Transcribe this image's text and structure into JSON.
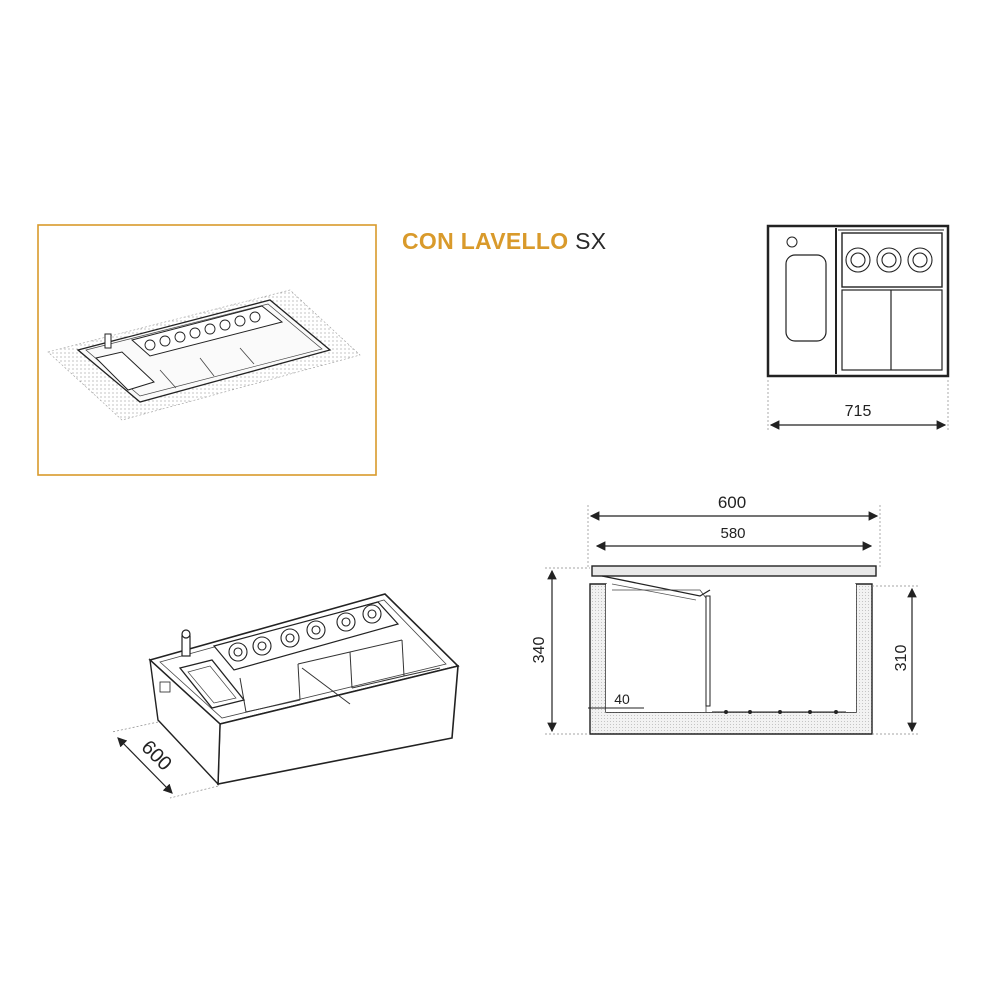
{
  "title": {
    "accent": "CON LAVELLO",
    "suffix": "SX"
  },
  "colors": {
    "accent": "#d99a2b",
    "line": "#222222",
    "hatch": "#999999"
  },
  "dimensions": {
    "plan_width": "715",
    "front_outer_width": "600",
    "front_inner_width": "580",
    "front_outer_height": "340",
    "front_inner_height": "310",
    "front_wall": "40",
    "iso_depth": "600"
  }
}
